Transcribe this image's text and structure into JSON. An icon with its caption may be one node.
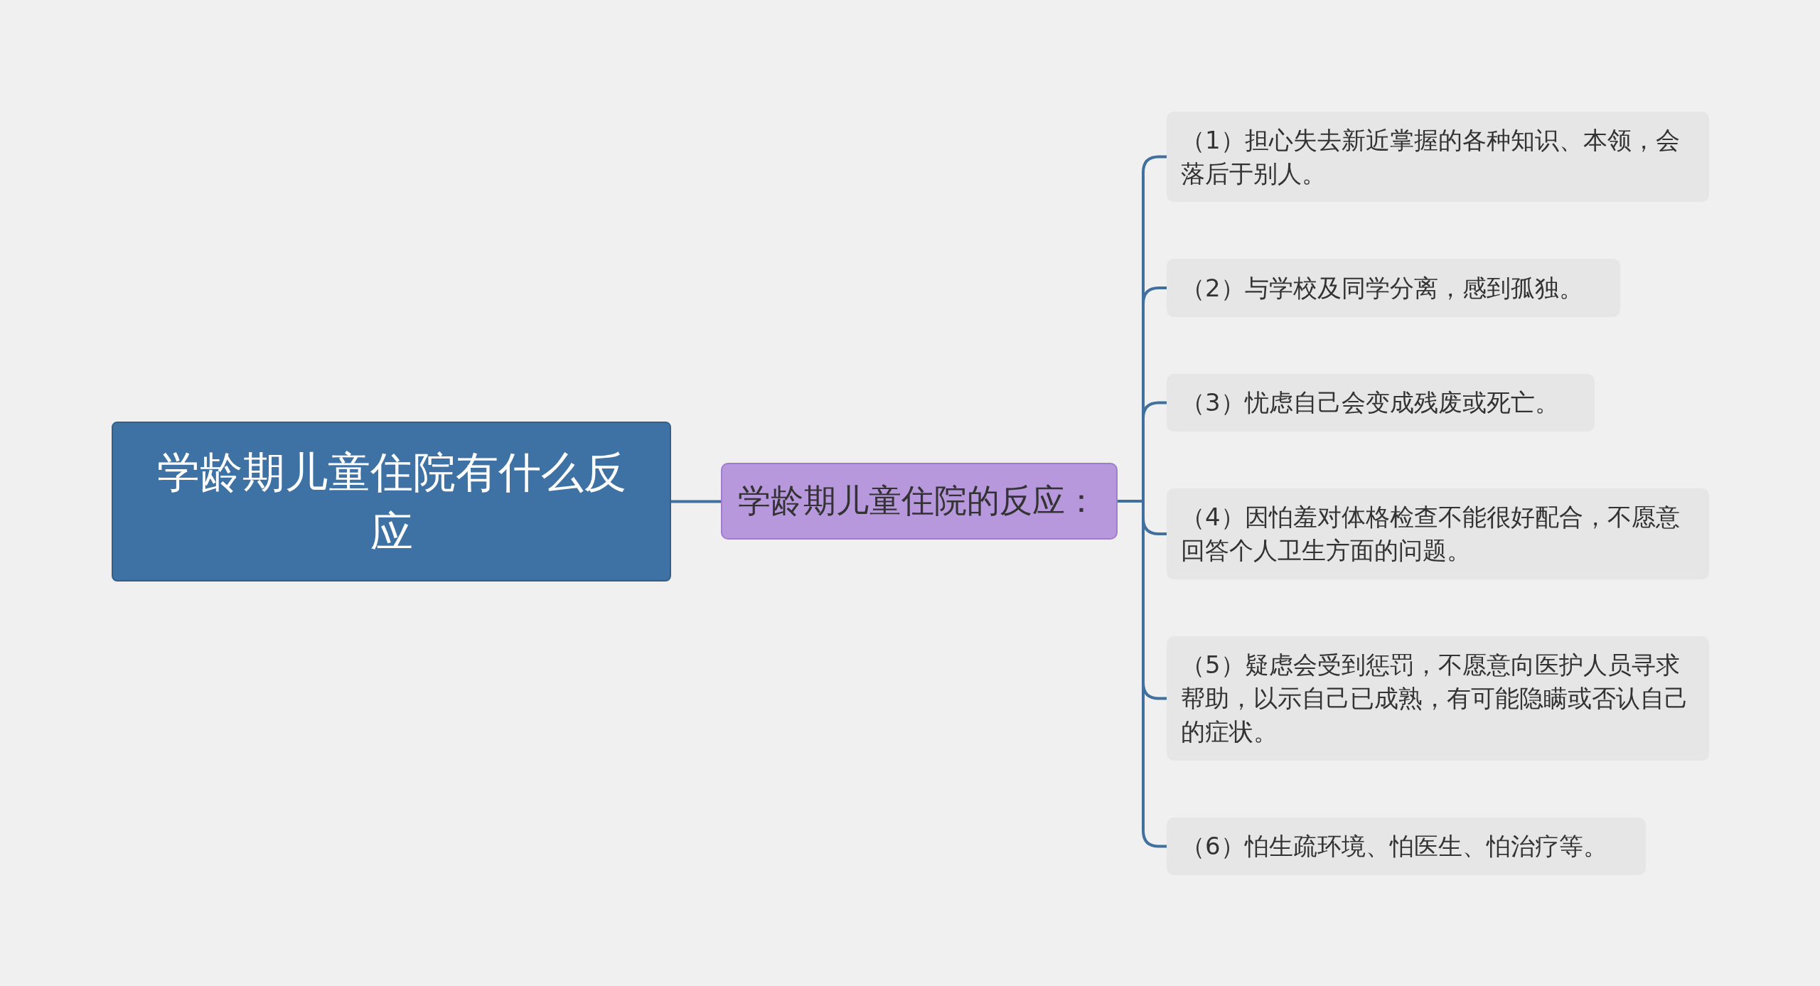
{
  "diagram": {
    "nodes": [
      {
        "text": [
          "学龄期儿童住院有什么反应"
        ]
      },
      {
        "text": [
          "学龄期儿童住院的反应："
        ]
      },
      {
        "text": [
          "（1）担心失去新近掌握的各种知识、本领，会落后于别人。"
        ]
      },
      {
        "text": [
          "（2）与学校及同学分离，感到孤独。"
        ]
      },
      {
        "text": [
          "（3）忧虑自己会变成残废或死亡。"
        ]
      },
      {
        "text": [
          "（4）因怕羞对体格检查不能很好配合，不愿意回答个人卫生方面的问题。"
        ]
      },
      {
        "text": [
          "（5）疑虑会受到惩罚，不愿意向医护人员寻求帮助，以示自己已成熟，有可能隐瞒或否认自己的症状。"
        ]
      },
      {
        "text": [
          "（6）怕生疏环境、怕医生、怕治疗等。"
        ]
      }
    ],
    "edges": [
      {
        "from": 0,
        "to": 1,
        "arrow": "none"
      },
      {
        "from": 1,
        "to": 2,
        "arrow": "none"
      },
      {
        "from": 1,
        "to": 3,
        "arrow": "none"
      },
      {
        "from": 1,
        "to": 4,
        "arrow": "none"
      },
      {
        "from": 1,
        "to": 5,
        "arrow": "none"
      },
      {
        "from": 1,
        "to": 6,
        "arrow": "none"
      },
      {
        "from": 1,
        "to": 7,
        "arrow": "none"
      }
    ]
  }
}
